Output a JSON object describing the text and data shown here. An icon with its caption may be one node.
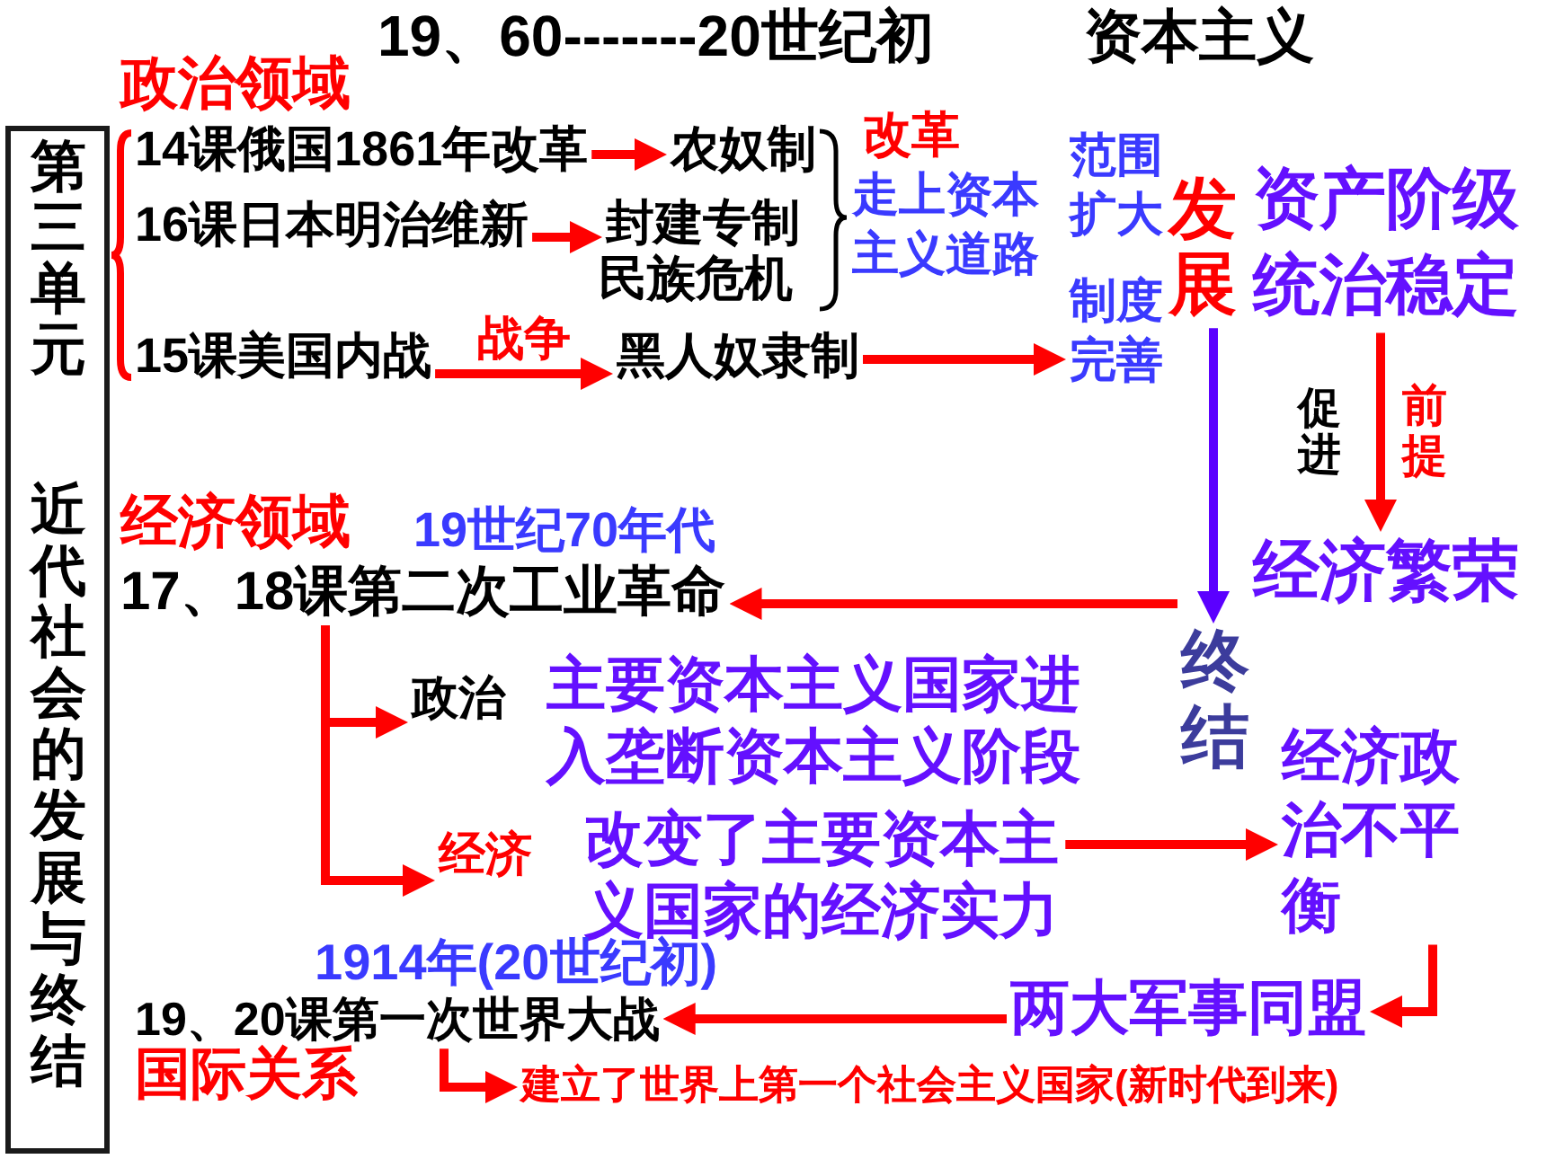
{
  "diagram": {
    "title": "19、60-------20世纪初",
    "nodes": [
      {
        "text": [
          "第三单元",
          "近代社会的**发展与终结**"
        ]
      },
      {
        "text": [
          "14课俄国1861年改革"
        ]
      },
      {
        "text": [
          "农奴制"
        ]
      },
      {
        "text": [
          "16课日本明治维新"
        ]
      },
      {
        "text": [
          "封建专制"
        ]
      },
      {
        "text": [
          "15课美国内战"
        ]
      },
      {
        "text": [
          "黑人奴隶制"
        ]
      },
      {
        "text": [
          "发展"
        ]
      },
      {
        "text": [
          "制度完善"
        ]
      },
      {
        "text": [
          "资产阶级统治稳定"
        ]
      },
      {
        "text": [
          "经济繁荣"
        ]
      },
      {
        "text": [
          "17、18课第二次工业革命"
        ]
      },
      {
        "text": [
          "终结"
        ]
      },
      {
        "text": [
          "政治"
        ]
      },
      {
        "text": [
          "经济"
        ]
      },
      {
        "text": [
          "**改变了**主要资本主义国家的**经济实力**"
        ]
      },
      {
        "text": [
          "经济政治不平衡"
        ]
      },
      {
        "text": [
          "19、20课第一次世界大战"
        ]
      },
      {
        "text": [
          "两大军事同盟"
        ]
      },
      {
        "text": [
          "建立了世界上第一个社会主义国家(新时代到来)"
        ]
      }
    ],
    "edges": [
      {
        "from": 1,
        "to": 2,
        "arrow": "to"
      },
      {
        "from": 3,
        "to": 4,
        "arrow": "to"
      },
      {
        "from": 5,
        "to": 6,
        "arrow": "to",
        "label": "战争"
      },
      {
        "from": 6,
        "to": 8,
        "arrow": "to"
      },
      {
        "from": 7,
        "to": 12,
        "arrow": "to",
        "color": "#5b00ff"
      },
      {
        "from": 9,
        "to": 10,
        "arrow": "to",
        "label": "前提"
      },
      {
        "from": 12,
        "to": 11,
        "arrow": "to"
      },
      {
        "from": 11,
        "to": 13,
        "arrow": "to"
      },
      {
        "from": 11,
        "to": 14,
        "arrow": "to"
      },
      {
        "from": 15,
        "to": 16,
        "arrow": "to"
      },
      {
        "from": 16,
        "to": 18,
        "arrow": "to"
      },
      {
        "from": 18,
        "to": 17,
        "arrow": "to"
      },
      {
        "from": 17,
        "to": 19,
        "arrow": "to"
      }
    ],
    "labels": [
      "资本主义",
      "政治领域",
      "改革",
      "走上资本主义道路",
      "范围扩大",
      "民族危机",
      "促进",
      "经济领域",
      "19世纪70年代",
      "主要资本主义国家进入**垄断资本主义阶段**",
      "1914年(20世纪初)",
      "国际关系"
    ]
  }
}
